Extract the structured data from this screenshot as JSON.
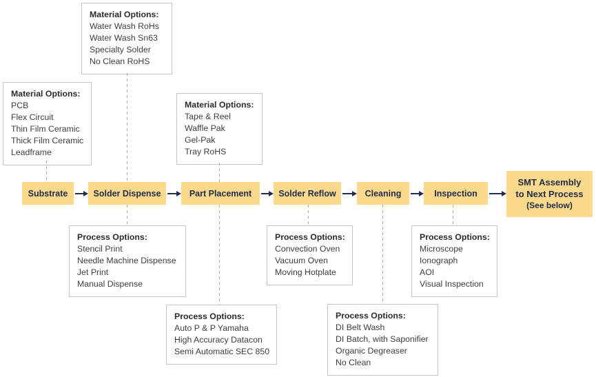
{
  "diagram": {
    "steps": [
      "Substrate",
      "Solder Dispense",
      "Part Placement",
      "Solder Reflow",
      "Cleaning",
      "Inspection"
    ],
    "terminal": {
      "line1": "SMT Assembly",
      "line2": "to Next Process",
      "line3": "(See below)"
    },
    "material_boxes": [
      {
        "for_step": "Substrate",
        "title": "Material Options:",
        "items": [
          "PCB",
          "Flex Circuit",
          "Thin Film Ceramic",
          "Thick Film Ceramic",
          "Leadframe"
        ]
      },
      {
        "for_step": "Solder Dispense",
        "title": "Material Options:",
        "items": [
          "Water Wash RoHs",
          "Water Wash Sn63",
          "Specialty Solder",
          "No Clean RoHS"
        ]
      },
      {
        "for_step": "Part Placement",
        "title": "Material Options:",
        "items": [
          "Tape & Reel",
          "Waffle Pak",
          "Gel-Pak",
          "Tray RoHS"
        ]
      }
    ],
    "process_boxes": [
      {
        "for_step": "Solder Dispense",
        "title": "Process Options:",
        "items": [
          "Stencil Print",
          "Needle Machine Dispense",
          "Jet Print",
          "Manual Dispense"
        ]
      },
      {
        "for_step": "Part Placement",
        "title": "Process Options:",
        "items": [
          "Auto P & P Yamaha",
          "High Accuracy Datacon",
          "Semi Automatic SEC 850"
        ]
      },
      {
        "for_step": "Solder Reflow",
        "title": "Process Options:",
        "items": [
          "Convection Oven",
          "Vacuum Oven",
          "Moving Hotplate"
        ]
      },
      {
        "for_step": "Cleaning",
        "title": "Process Options:",
        "items": [
          "DI Belt Wash",
          "DI Batch, with Saponifier",
          "Organic Degreaser",
          "No Clean"
        ]
      },
      {
        "for_step": "Inspection",
        "title": "Process Options:",
        "items": [
          "Microscope",
          "Ionograph",
          "AOI",
          "Visual Inspection"
        ]
      }
    ],
    "colors": {
      "step_fill": "#FAD98C",
      "step_text": "#222C45",
      "arrow": "#222C45",
      "option_border": "#C3C3C3",
      "option_text": "#3D3D3D",
      "dash": "#A8A8A8"
    }
  }
}
